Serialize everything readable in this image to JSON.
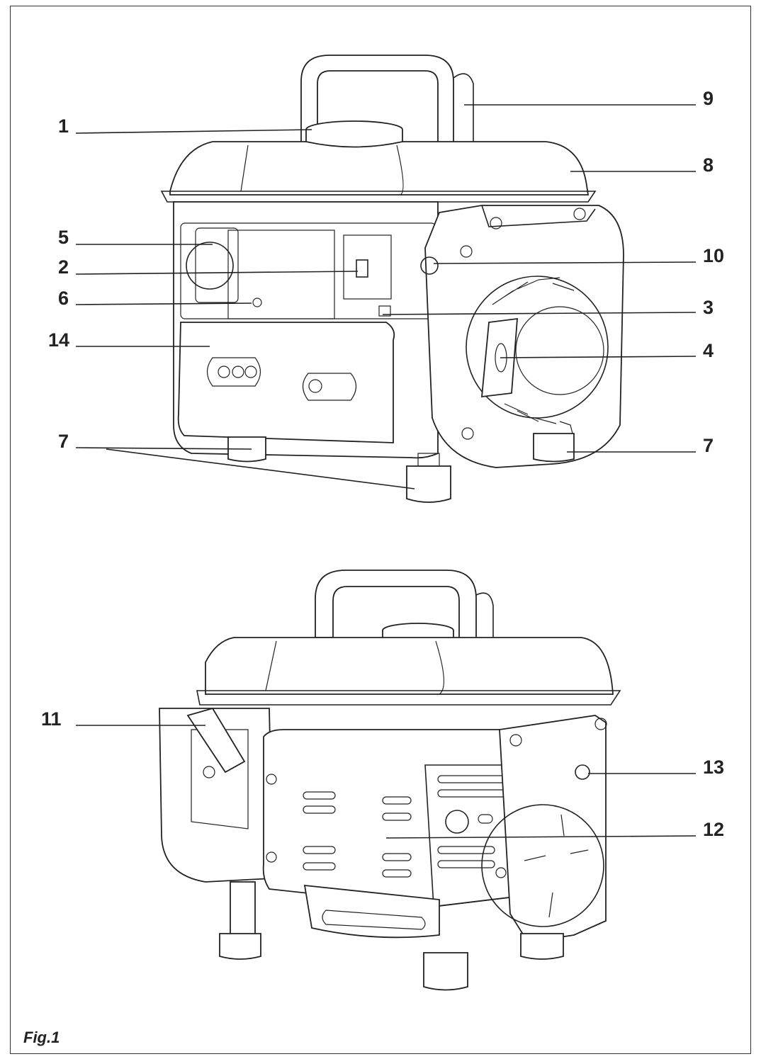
{
  "figure": {
    "caption": "Fig.1"
  },
  "labels": {
    "l1": "1",
    "l2": "2",
    "l3": "3",
    "l4": "4",
    "l5": "5",
    "l6": "6",
    "l7a": "7",
    "l7b": "7",
    "l8": "8",
    "l9": "9",
    "l10": "10",
    "l11": "11",
    "l12": "12",
    "l13": "13",
    "l14": "14"
  }
}
